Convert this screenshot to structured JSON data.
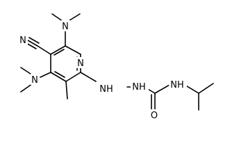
{
  "molecule": {
    "atoms": [
      {
        "id": "ring_N",
        "label": "N"
      },
      {
        "id": "nitrile_N",
        "label": "N"
      },
      {
        "id": "nme2_top_N",
        "label": "N"
      },
      {
        "id": "nme2_left_N",
        "label": "N"
      },
      {
        "id": "hydrazine_NH_1",
        "label": "NH"
      },
      {
        "id": "hydrazine_NH_2",
        "label": "NH"
      },
      {
        "id": "amide_NH",
        "label": "NH"
      },
      {
        "id": "carbonyl_O",
        "label": "O"
      }
    ]
  },
  "colors": {
    "bond": "#000000",
    "label": "#000000",
    "background": "#ffffff"
  }
}
